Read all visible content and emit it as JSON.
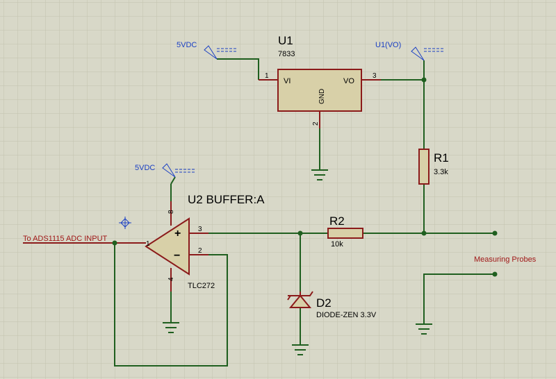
{
  "components": {
    "u1": {
      "ref": "U1",
      "value": "7833",
      "pin_in": "VI",
      "pin_out": "VO",
      "pin_gnd": "GND",
      "pin1": "1",
      "pin2": "2",
      "pin3": "3"
    },
    "u2": {
      "ref": "U2 BUFFER:A",
      "value": "TLC272",
      "pin1": "1",
      "pin2": "2",
      "pin3": "3",
      "pin4": "4",
      "pin8": "8",
      "plus": "+",
      "minus": "−"
    },
    "r1": {
      "ref": "R1",
      "value": "3.3k"
    },
    "r2": {
      "ref": "R2",
      "value": "10k"
    },
    "d2": {
      "ref": "D2",
      "value": "DIODE-ZEN 3.3V"
    }
  },
  "terminals": {
    "vcc_top": "5VDC",
    "vcc_op": "5VDC",
    "u1_vo": "U1(VO)",
    "adc_input": "To ADS1115 ADC INPUT",
    "probes": "Measuring Probes"
  },
  "colors": {
    "background": "#d8d8c8",
    "grid": "#c4c4b0",
    "wire": "#1f5f1f",
    "component_stroke": "#8b1a1a",
    "component_fill": "#d8d0a8",
    "terminal_text": "#1a3fc4",
    "label_text": "#000000",
    "probe_text": "#a01818"
  }
}
